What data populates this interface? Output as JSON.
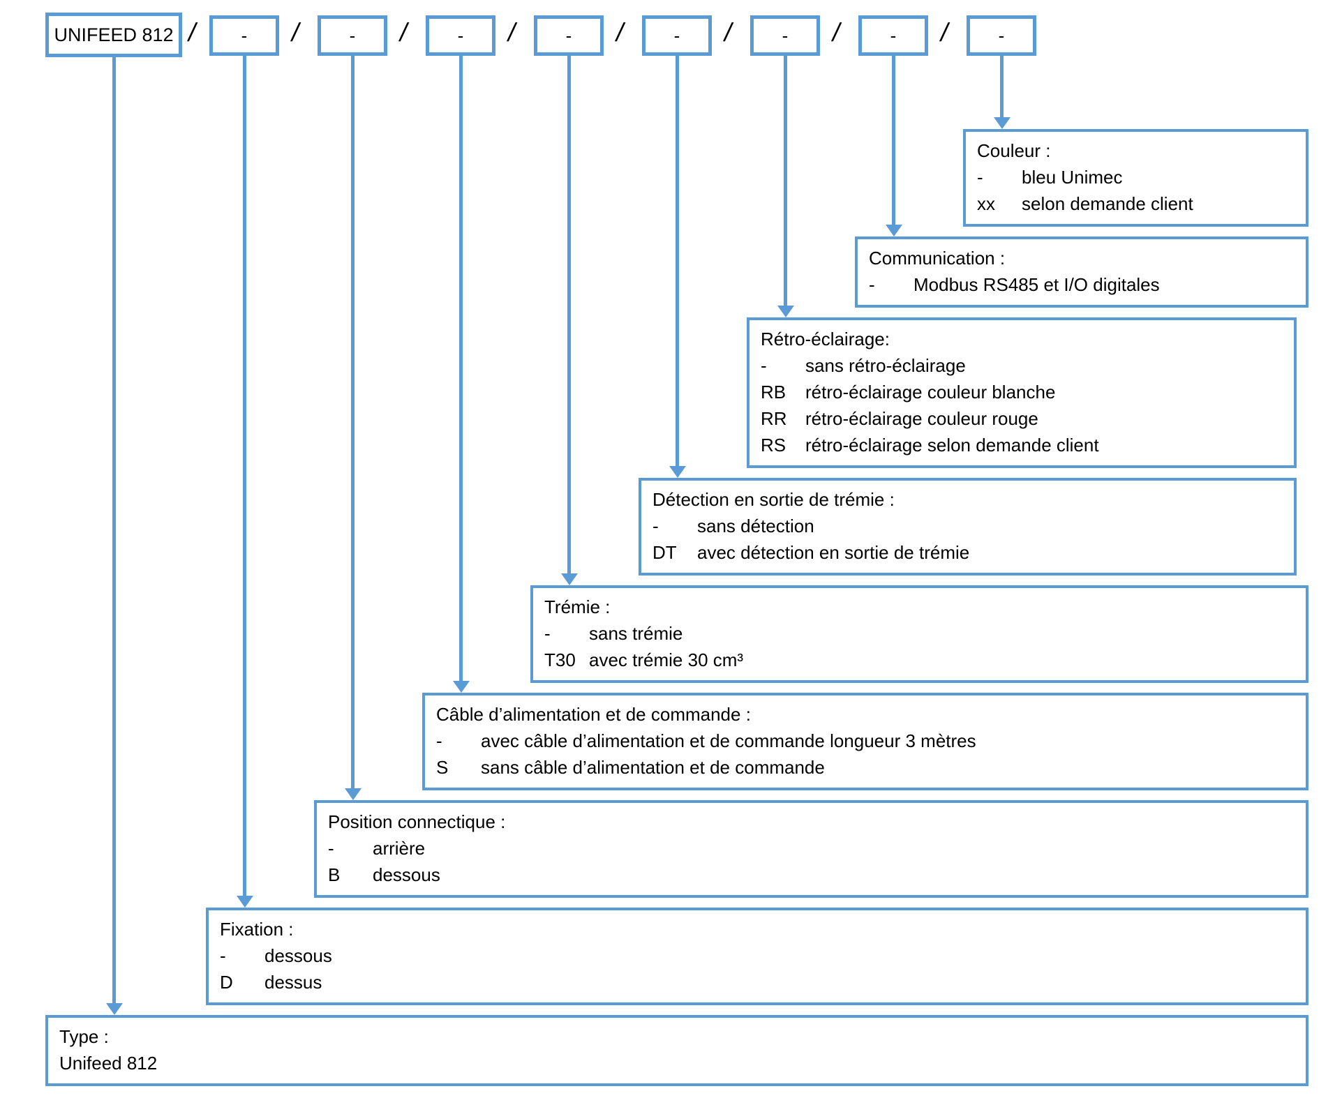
{
  "accent_color": "#5b9bd5",
  "code_row": {
    "model_label": "UNIFEED 812",
    "separator": "/",
    "fields": [
      "-",
      "-",
      "-",
      "-",
      "-",
      "-",
      "-",
      "-"
    ]
  },
  "boxes": {
    "couleur": {
      "title": "Couleur :",
      "options": [
        {
          "code": "-",
          "label": "bleu Unimec"
        },
        {
          "code": "xx",
          "label": "selon demande client"
        }
      ]
    },
    "communication": {
      "title": "Communication :",
      "options": [
        {
          "code": "-",
          "label": "Modbus RS485 et I/O digitales"
        }
      ]
    },
    "retro_eclairage": {
      "title": "Rétro-éclairage:",
      "options": [
        {
          "code": "-",
          "label": "sans rétro-éclairage"
        },
        {
          "code": "RB",
          "label": "rétro-éclairage couleur blanche"
        },
        {
          "code": "RR",
          "label": "rétro-éclairage couleur rouge"
        },
        {
          "code": "RS",
          "label": "rétro-éclairage selon demande client"
        }
      ]
    },
    "detection": {
      "title": "Détection en sortie de trémie :",
      "options": [
        {
          "code": "-",
          "label": "sans détection"
        },
        {
          "code": "DT",
          "label": "avec détection en sortie de trémie"
        }
      ]
    },
    "tremie": {
      "title": "Trémie :",
      "options": [
        {
          "code": "-",
          "label": "sans trémie"
        },
        {
          "code": "T30",
          "label": "avec trémie 30 cm³"
        }
      ]
    },
    "cable": {
      "title": "Câble d’alimentation et de commande :",
      "options": [
        {
          "code": "-",
          "label": "avec câble d’alimentation et de commande longueur 3 mètres"
        },
        {
          "code": "S",
          "label": "sans câble d’alimentation et de commande"
        }
      ]
    },
    "position_connectique": {
      "title": "Position connectique :",
      "options": [
        {
          "code": "-",
          "label": "arrière"
        },
        {
          "code": "B",
          "label": "dessous"
        }
      ]
    },
    "fixation": {
      "title": "Fixation :",
      "options": [
        {
          "code": "-",
          "label": "dessous"
        },
        {
          "code": "D",
          "label": "dessus"
        }
      ]
    },
    "type": {
      "title": "Type :",
      "value": "Unifeed 812"
    }
  }
}
